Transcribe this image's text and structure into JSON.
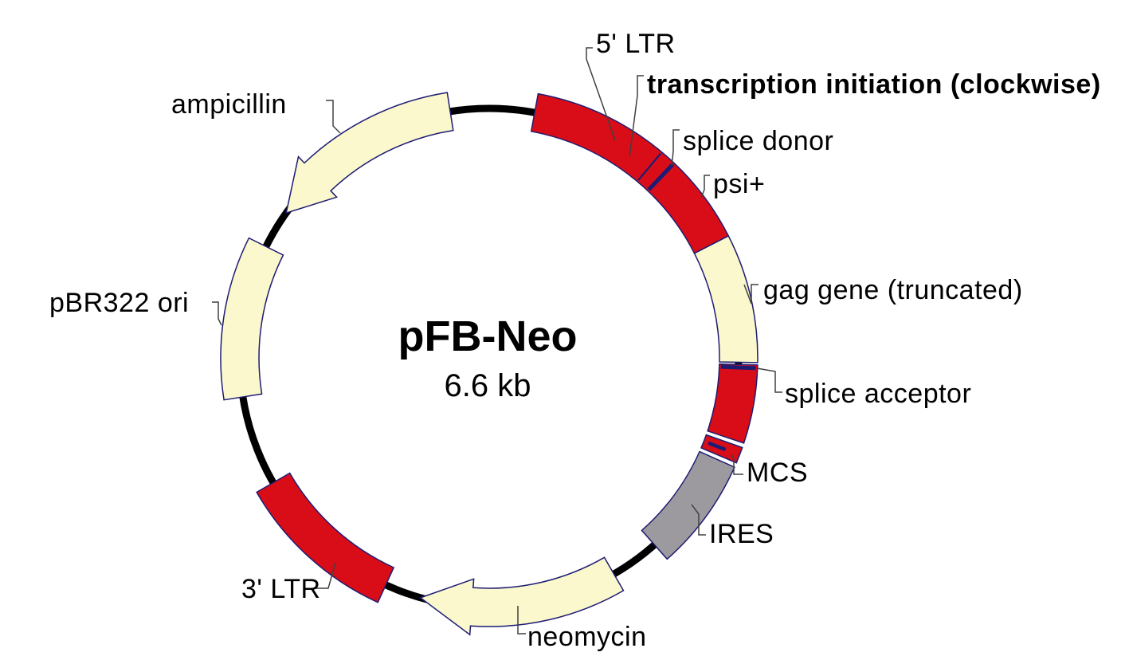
{
  "page": {
    "background": "#FFFFFF"
  },
  "plasmid": {
    "name": "pFB-Neo",
    "size": "6.6 kb",
    "topology": "circular",
    "segments": [
      {
        "id": "five-ltr-region",
        "name": "5' LTR",
        "color": "red",
        "shape": "block",
        "start_angle": 10.5,
        "end_angle": 63
      },
      {
        "id": "gag-gene",
        "name": "gag gene (truncated)",
        "color": "cream",
        "shape": "block",
        "start_angle": 63,
        "end_angle": 91
      },
      {
        "id": "splice-acceptor-region",
        "name": "splice acceptor region",
        "color": "red",
        "shape": "block",
        "start_angle": 91.5,
        "end_angle": 108.5
      },
      {
        "id": "mcs",
        "name": "MCS",
        "color": "red",
        "shape": "block",
        "start_angle": 109.5,
        "end_angle": 113
      },
      {
        "id": "ires",
        "name": "IRES",
        "color": "gray",
        "shape": "block",
        "start_angle": 114,
        "end_angle": 138.5
      },
      {
        "id": "neomycin",
        "name": "neomycin",
        "color": "cream",
        "shape": "arrow",
        "tail_angle": 150,
        "head_base_angle": 184,
        "tip_angle": 196
      },
      {
        "id": "three-ltr",
        "name": "3' LTR",
        "color": "red",
        "shape": "block",
        "start_angle": 204.5,
        "end_angle": 240
      },
      {
        "id": "pbr322-ori",
        "name": "pBR322 ori",
        "color": "cream",
        "shape": "block",
        "start_angle": 261,
        "end_angle": 296.5
      },
      {
        "id": "ampicillin",
        "name": "ampicillin",
        "color": "cream",
        "shape": "arrow",
        "tail_angle": 351,
        "head_base_angle": 316.5,
        "tip_angle": 305.5
      }
    ],
    "site_marks": [
      {
        "id": "transcription-initiation-mark",
        "name": "transcription initiation",
        "angle": 40,
        "weight": "thin"
      },
      {
        "id": "splice-donor-mark",
        "name": "splice donor",
        "angle": 43.5,
        "weight": "thick"
      },
      {
        "id": "splice-acceptor-mark",
        "name": "splice acceptor",
        "angle": 92.2,
        "weight": "thick"
      },
      {
        "id": "mcs-mark",
        "name": "MCS mark",
        "angle": 111.2,
        "weight": "short"
      }
    ],
    "gaps": [
      {
        "start_angle": 108.5,
        "end_angle": 109.5
      },
      {
        "start_angle": 113,
        "end_angle": 114
      }
    ]
  },
  "callouts": [
    {
      "id": "five-ltr",
      "text": "5' LTR",
      "bold": false
    },
    {
      "id": "transcription-initiation",
      "text": "transcription initiation (clockwise)",
      "bold": true
    },
    {
      "id": "splice-donor",
      "text": "splice donor",
      "bold": false
    },
    {
      "id": "psi-plus",
      "text": "psi+",
      "bold": false
    },
    {
      "id": "gag-gene",
      "text": "gag gene (truncated)",
      "bold": false
    },
    {
      "id": "splice-acceptor",
      "text": "splice acceptor",
      "bold": false
    },
    {
      "id": "mcs",
      "text": "MCS",
      "bold": false
    },
    {
      "id": "ires",
      "text": "IRES",
      "bold": false
    },
    {
      "id": "neomycin",
      "text": "neomycin",
      "bold": false
    },
    {
      "id": "three-ltr",
      "text": "3' LTR",
      "bold": false
    },
    {
      "id": "pbr322-ori",
      "text": "pBR322 ori",
      "bold": false
    },
    {
      "id": "ampicillin",
      "text": "ampicillin",
      "bold": false
    }
  ],
  "colors": {
    "red": "#D90D18",
    "cream": "#FAF8CC",
    "gray": "#9C9A9E",
    "navy_outline": "#1E1C72",
    "backbone": "#000000",
    "leader": "#404040",
    "text": "#000000"
  }
}
